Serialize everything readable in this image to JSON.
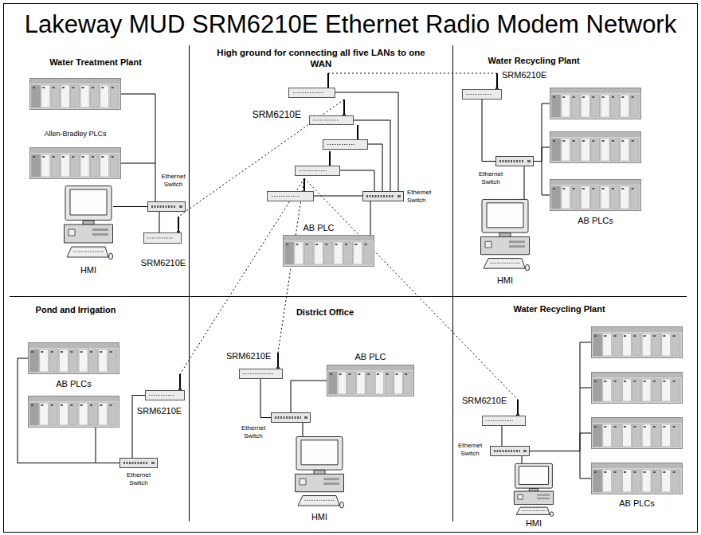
{
  "diagram": {
    "title": "Lakeway MUD SRM6210E Ethernet Radio Modem Network",
    "nodes": [
      {
        "text": [
          "Water Treatment Plant"
        ]
      },
      {
        "text": [
          "Allen-Bradley PLCs"
        ],
        "in": 0
      },
      {
        "text": [
          "HMI"
        ],
        "in": 0
      },
      {
        "text": [
          "Ethernet Switch"
        ],
        "in": 0
      },
      {
        "text": [
          "SRM6210E"
        ],
        "in": 0
      },
      {
        "text": [
          "High ground for connecting all five LANs to one WAN"
        ]
      },
      {
        "text": [
          "SRM6210E"
        ],
        "in": 5
      },
      {
        "text": [
          "Ethernet Switch"
        ],
        "in": 5
      },
      {
        "text": [
          "AB PLC"
        ],
        "in": 5
      },
      {
        "text": [
          "Water Recycling Plant"
        ]
      },
      {
        "text": [
          "SRM6210E"
        ],
        "in": 9
      },
      {
        "text": [
          "Ethernet Switch"
        ],
        "in": 9
      },
      {
        "text": [
          "AB PLCs"
        ],
        "in": 9
      },
      {
        "text": [
          "HMI"
        ],
        "in": 9
      },
      {
        "text": [
          "Pond and Irrigation"
        ]
      },
      {
        "text": [
          "AB PLCs"
        ],
        "in": 14
      },
      {
        "text": [
          "SRM6210E"
        ],
        "in": 14
      },
      {
        "text": [
          "Ethernet Switch"
        ],
        "in": 14
      },
      {
        "text": [
          "District Office"
        ]
      },
      {
        "text": [
          "SRM6210E"
        ],
        "in": 18
      },
      {
        "text": [
          "AB PLC"
        ],
        "in": 18
      },
      {
        "text": [
          "Ethernet Switch"
        ],
        "in": 18
      },
      {
        "text": [
          "HMI"
        ],
        "in": 18
      },
      {
        "text": [
          "Water Recycling Plant"
        ]
      },
      {
        "text": [
          "SRM6210E"
        ],
        "in": 23
      },
      {
        "text": [
          "Ethernet Switch"
        ],
        "in": 23
      },
      {
        "text": [
          "AB PLCs"
        ],
        "in": 23
      },
      {
        "text": [
          "HMI"
        ],
        "in": 23
      }
    ],
    "edges": [
      {
        "from": 1,
        "to": 3,
        "arrow": "none"
      },
      {
        "from": 2,
        "to": 3,
        "arrow": "none"
      },
      {
        "from": 3,
        "to": 4,
        "arrow": "none"
      },
      {
        "from": 6,
        "to": 7,
        "arrow": "none"
      },
      {
        "from": 7,
        "to": 8,
        "arrow": "none"
      },
      {
        "from": 6,
        "to": 4,
        "arrow": "none"
      },
      {
        "from": 10,
        "to": 11,
        "arrow": "none"
      },
      {
        "from": 11,
        "to": 12,
        "arrow": "none"
      },
      {
        "from": 11,
        "to": 13,
        "arrow": "none"
      },
      {
        "from": 15,
        "to": 17,
        "arrow": "none"
      },
      {
        "from": 16,
        "to": 17,
        "arrow": "none"
      },
      {
        "from": 19,
        "to": 21,
        "arrow": "none"
      },
      {
        "from": 20,
        "to": 21,
        "arrow": "none"
      },
      {
        "from": 21,
        "to": 22,
        "arrow": "none"
      },
      {
        "from": 24,
        "to": 25,
        "arrow": "none"
      },
      {
        "from": 25,
        "to": 26,
        "arrow": "none"
      },
      {
        "from": 25,
        "to": 27,
        "arrow": "none"
      }
    ]
  }
}
